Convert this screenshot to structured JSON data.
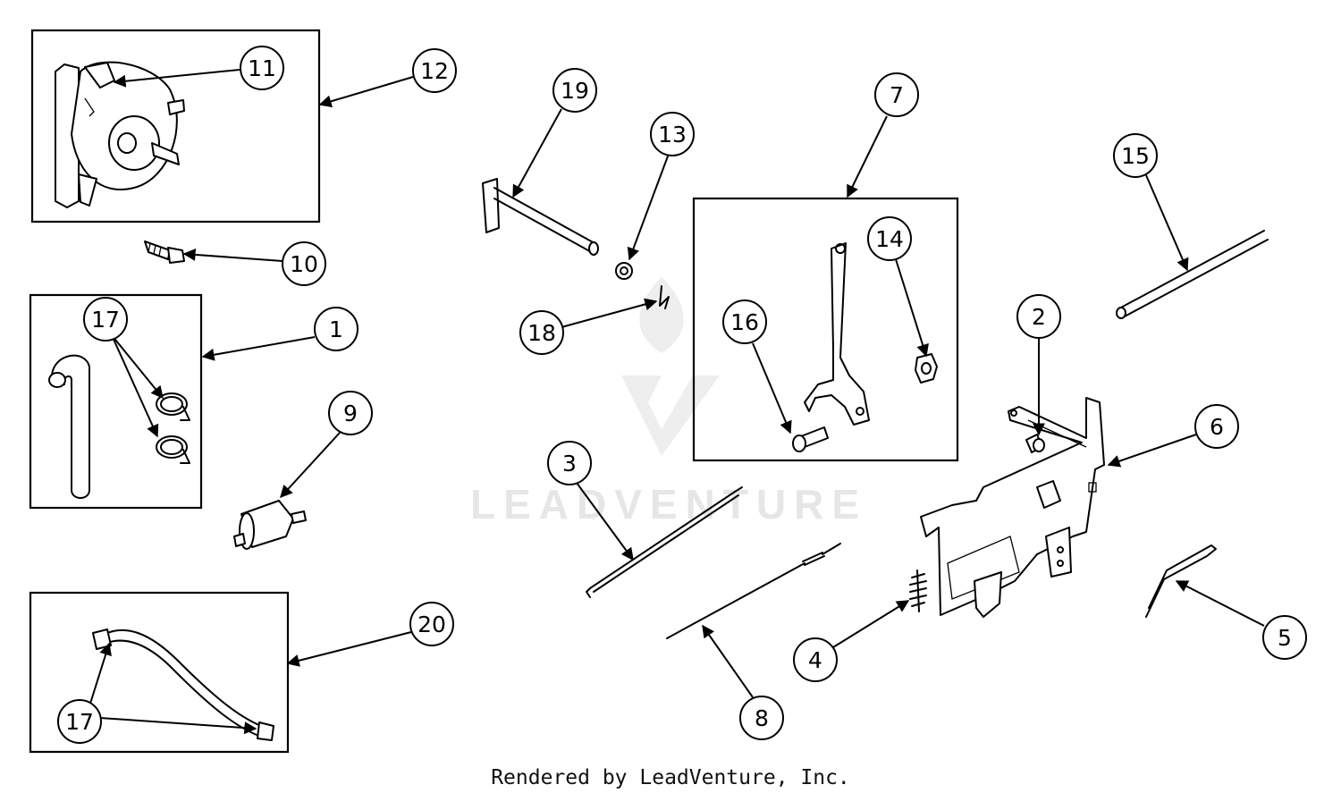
{
  "watermark": {
    "text": "LEADVENTURE"
  },
  "footer": {
    "credit": "Rendered by LeadVenture, Inc."
  },
  "callouts": {
    "c1": "1",
    "c2": "2",
    "c3": "3",
    "c4": "4",
    "c5": "5",
    "c6": "6",
    "c7": "7",
    "c8": "8",
    "c9": "9",
    "c10": "10",
    "c11": "11",
    "c12": "12",
    "c13": "13",
    "c14": "14",
    "c15": "15",
    "c16": "16",
    "c17a": "17",
    "c17b": "17",
    "c18": "18",
    "c19": "19",
    "c20": "20"
  }
}
